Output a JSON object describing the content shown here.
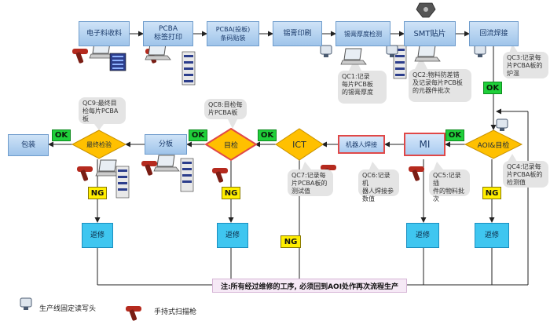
{
  "nodes": {
    "n1": "电子料收料",
    "n2": "PCBA\n标签打印",
    "n3": "PCBA(投板)\n条码贴装",
    "n4": "锡膏印刷",
    "n5": "锡膏厚度检测",
    "n6": "SMT贴片",
    "n7": "回流焊接",
    "aoi": "AOI&目检",
    "mi": "MI",
    "robot": "机器人焊接",
    "ict": "ICT",
    "visual": "目检",
    "split": "分板",
    "final": "最终检验",
    "pack": "包装"
  },
  "repair_label": "返修",
  "ok_label": "OK",
  "ng_label": "NG",
  "qc": {
    "qc1": "QC1:记录\n每片PCB板\n的锡膏厚度",
    "qc2": "QC2:物料防差错\n及记录每片PCB板\n的元器件批次",
    "qc3": "QC3:记录每\n片PCBA板的\n炉温",
    "qc4": "QC4:记录每\n片PCBA板的\n检测值",
    "qc5": "QC5:记录插\n件的物料批\n次",
    "qc6": "QC6:记录机\n器人焊接参\n数值",
    "qc7": "QC7:记录每\n片PCBA板的\n测试值",
    "qc8": "QC8:目检每\n片PCBA板",
    "qc9": "QC9:最终目\n检每片PCBA\n板"
  },
  "note": "注:所有经过维修的工序, 必须回到AOI处作再次流程生产",
  "legend": {
    "fixed_reader": "生产线固定读写头",
    "handheld": "手持式扫描枪"
  },
  "colors": {
    "process_box": "#a9cbf0",
    "repair_box": "#3fc6f0",
    "ok": "#1fcf3a",
    "ng": "#ffee00",
    "decision": "#ffc000",
    "highlight_border": "#e04848"
  }
}
